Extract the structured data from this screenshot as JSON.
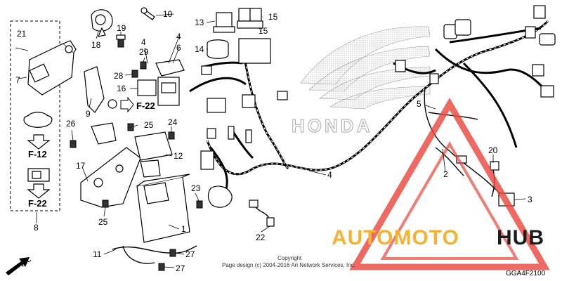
{
  "callouts": {
    "n1": "1",
    "n2": "2",
    "n3": "3",
    "n4a": "4",
    "n4b": "4",
    "n4c": "4",
    "n5": "5",
    "n6": "6",
    "n7": "7",
    "n8": "8",
    "n9": "9",
    "n10": "10",
    "n11": "11",
    "n12": "12",
    "n13": "13",
    "n14": "14",
    "n15a": "15",
    "n15b": "15",
    "n16": "16",
    "n17": "17",
    "n18": "18",
    "n19": "19",
    "n20": "20",
    "n21": "21",
    "n22": "22",
    "n23": "23",
    "n24": "24",
    "n25a": "25",
    "n25b": "25",
    "n26": "26",
    "n27a": "27",
    "n27b": "27",
    "n28": "28",
    "n29": "29"
  },
  "refs": {
    "f22_right": "F-22",
    "f12": "F-12",
    "f22_box": "F-22"
  },
  "front_arrow": "FR.",
  "watermark": {
    "brand_part1": "AUTOMOTO",
    "brand_part2": "HUB",
    "honda": "HONDA"
  },
  "copyright": {
    "line1": "Copyright",
    "line2": "Page design (c) 2004-2016 Ari Network Services, Inc."
  },
  "diagram_code": "GGA4F2100",
  "colors": {
    "brand_red": "#e8443a",
    "brand_yellow": "#f5b335",
    "brand_dark": "#1c1c1c"
  }
}
